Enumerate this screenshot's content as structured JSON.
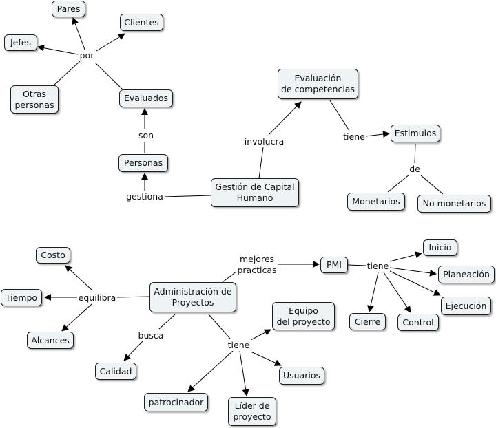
{
  "concepts": {
    "pares": "Pares",
    "clientes": "Clientes",
    "jefes": "Jefes",
    "otras_personas": "Otras\npersonas",
    "evaluados": "Evaluados",
    "personas": "Personas",
    "gestion": "Gestión de Capital\nHumano",
    "evaluacion": "Evaluación\nde competencias",
    "estimulos": "Estimulos",
    "monetarios": "Monetarios",
    "no_monetarios": "No monetarios",
    "costo": "Costo",
    "tiempo": "Tiempo",
    "alcances": "Alcances",
    "administracion": "Administración de\nProyectos",
    "calidad": "Calidad",
    "pmi": "PMI",
    "inicio": "Inicio",
    "planeacion": "Planeación",
    "ejecucion": "Ejecución",
    "control": "Control",
    "cierre": "Cierre",
    "equipo": "Equipo\ndel proyecto",
    "usuarios": "Usuarios",
    "patrocinador": "patrocinador",
    "lider": "Líder de\nproyecto"
  },
  "links": {
    "por": "por",
    "son": "son",
    "gestiona": "gestiona",
    "involucra": "involucra",
    "tiene_estimulos": "tiene",
    "de": "de",
    "equilibra": "equilibra",
    "busca": "busca",
    "mejores_practicas": "mejores\npracticas",
    "tiene_pmi": "tiene",
    "tiene_proyecto": "tiene"
  }
}
